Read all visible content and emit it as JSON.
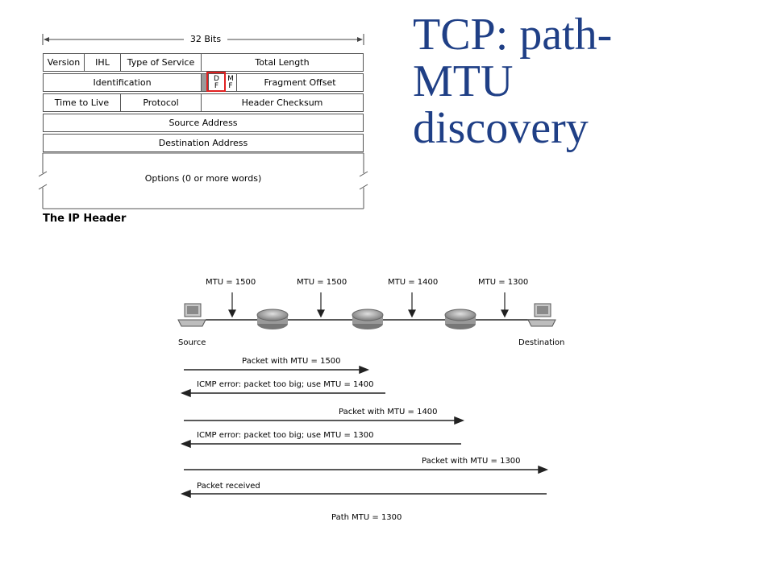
{
  "slide": {
    "title_line1": "TCP: path-",
    "title_line2": "MTU",
    "title_line3": "discovery",
    "title_color": "#1f3f86"
  },
  "ip_header": {
    "width_label": "32 Bits",
    "caption": "The IP Header",
    "fields": {
      "version": "Version",
      "ihl": "IHL",
      "tos": "Type of Service",
      "total_length": "Total Length",
      "identification": "Identification",
      "df_top": "D",
      "df_bottom": "F",
      "mf_top": "M",
      "mf_bottom": "F",
      "fragment_offset": "Fragment Offset",
      "ttl": "Time to Live",
      "protocol": "Protocol",
      "checksum": "Header Checksum",
      "source": "Source Address",
      "destination": "Destination Address",
      "options": "Options (0 or more words)"
    },
    "highlight_color": "#e02020"
  },
  "network": {
    "mtu_labels": [
      "MTU = 1500",
      "MTU = 1500",
      "MTU = 1400",
      "MTU = 1300"
    ],
    "source_label": "Source",
    "destination_label": "Destination",
    "messages": [
      "Packet with MTU = 1500",
      "ICMP error:  packet too big; use MTU = 1400",
      "Packet with MTU = 1400",
      "ICMP error:  packet too big; use MTU = 1300",
      "Packet with MTU = 1300",
      "Packet received"
    ],
    "path_mtu": "Path MTU = 1300"
  }
}
